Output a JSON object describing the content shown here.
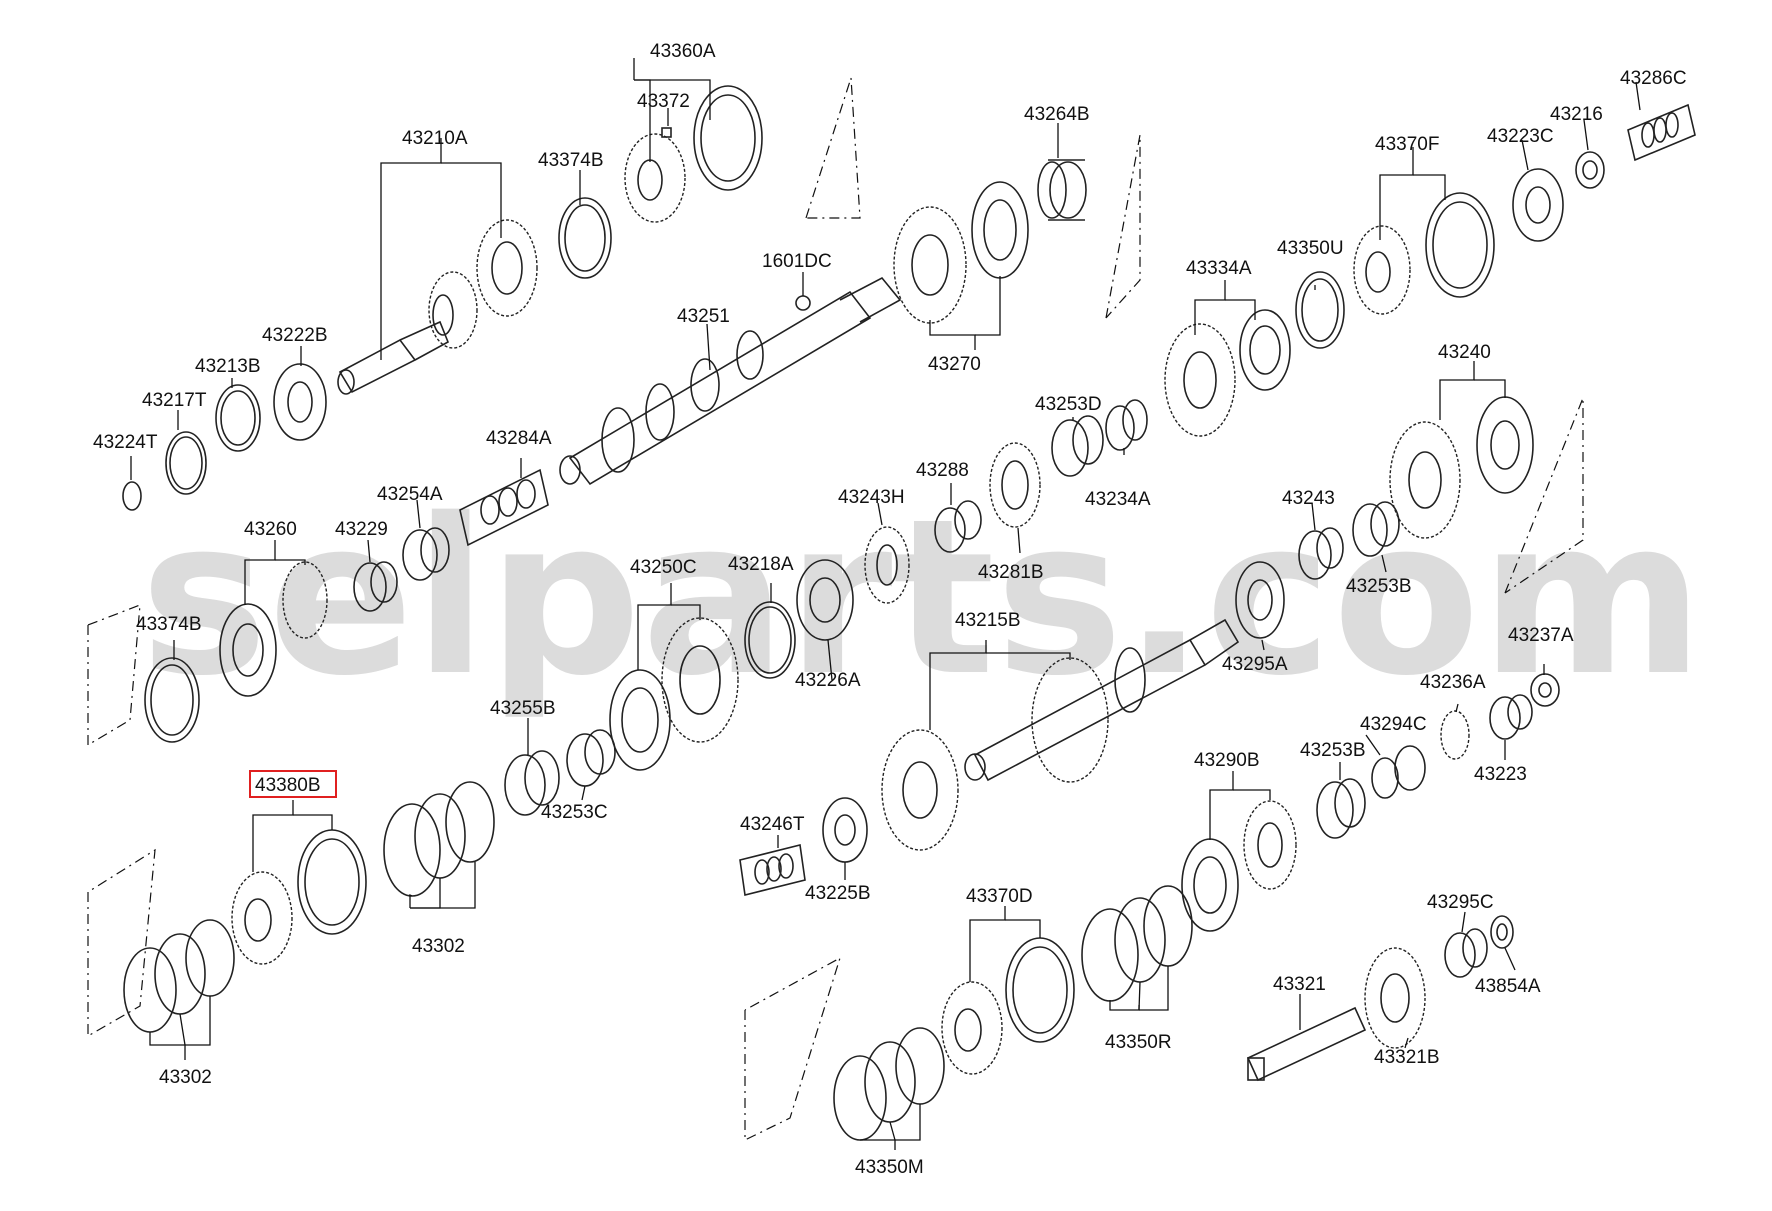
{
  "watermark": "selparts.com",
  "highlighted_part": "43380B",
  "highlight_color": "#e02020",
  "labels": {
    "p43360A": "43360A",
    "p43372": "43372",
    "p43374B_top": "43374B",
    "p43210A": "43210A",
    "p43264B": "43264B",
    "p43286C": "43286C",
    "p43216": "43216",
    "p43223C": "43223C",
    "p43370F": "43370F",
    "p1601DC": "1601DC",
    "p43251": "43251",
    "p43270": "43270",
    "p43334A": "43334A",
    "p43350U": "43350U",
    "p43222B": "43222B",
    "p43213B": "43213B",
    "p43217T": "43217T",
    "p43224T": "43224T",
    "p43284A": "43284A",
    "p43253D": "43253D",
    "p43240": "43240",
    "p43288": "43288",
    "p43234A": "43234A",
    "p43254A": "43254A",
    "p43243H": "43243H",
    "p43243": "43243",
    "p43260": "43260",
    "p43229": "43229",
    "p43281B": "43281B",
    "p43253B_upper": "43253B",
    "p43250C": "43250C",
    "p43218A": "43218A",
    "p43374B_left": "43374B",
    "p43215B": "43215B",
    "p43237A": "43237A",
    "p43226A": "43226A",
    "p43295A": "43295A",
    "p43236A": "43236A",
    "p43255B": "43255B",
    "p43294C": "43294C",
    "p43223": "43223",
    "p43380B": "43380B",
    "p43253C": "43253C",
    "p43290B": "43290B",
    "p43253B_lower": "43253B",
    "p43246T": "43246T",
    "p43225B": "43225B",
    "p43370D": "43370D",
    "p43302_upper": "43302",
    "p43295C": "43295C",
    "p43854A": "43854A",
    "p43321": "43321",
    "p43350R": "43350R",
    "p43302_lower": "43302",
    "p43321B": "43321B",
    "p43350M": "43350M"
  }
}
